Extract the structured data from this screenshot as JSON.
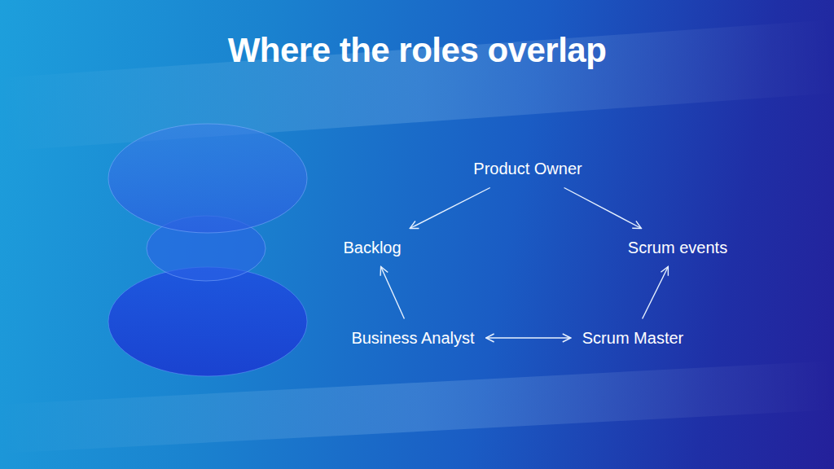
{
  "diagram": {
    "title": "Where the roles overlap",
    "nodes": [
      {
        "text": [
          "Product Owner"
        ]
      },
      {
        "text": [
          "Backlog"
        ]
      },
      {
        "text": [
          "Scrum events"
        ]
      },
      {
        "text": [
          "Business Analyst"
        ]
      },
      {
        "text": [
          "Scrum Master"
        ]
      }
    ],
    "edges": [
      {
        "from": 0,
        "to": 1,
        "arrow": "to"
      },
      {
        "from": 0,
        "to": 2,
        "arrow": "to"
      },
      {
        "from": 3,
        "to": 1,
        "arrow": "to"
      },
      {
        "from": 4,
        "to": 2,
        "arrow": "to"
      },
      {
        "from": 3,
        "to": 4,
        "arrow": "both"
      }
    ]
  }
}
